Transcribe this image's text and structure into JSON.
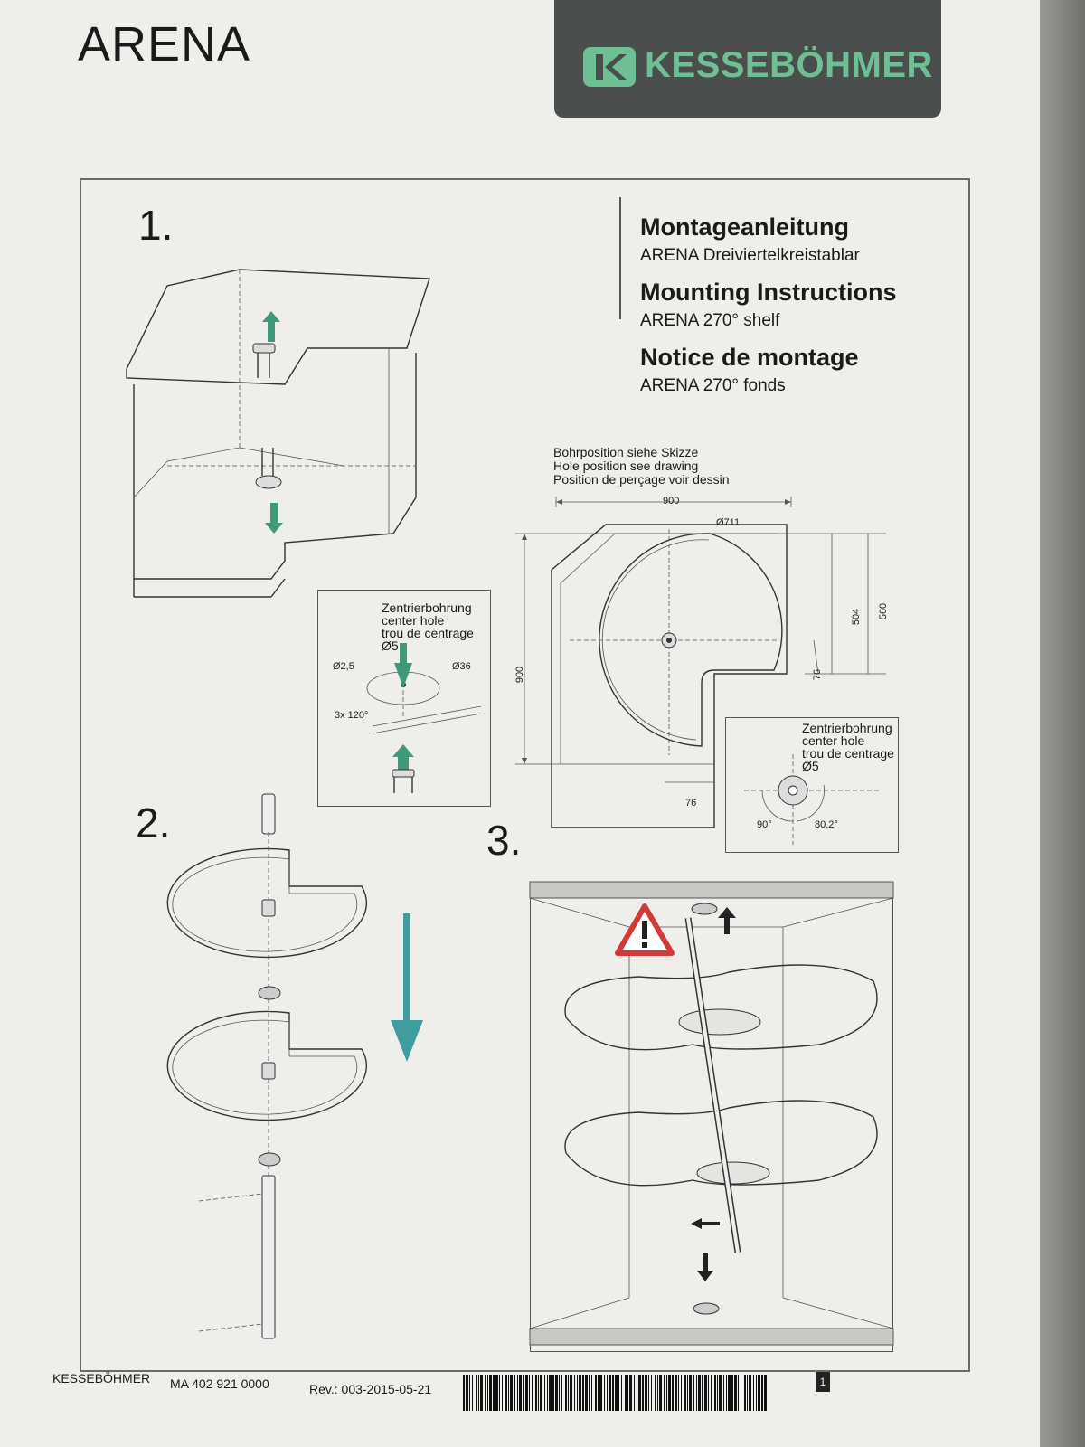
{
  "doc": {
    "title": "ARENA"
  },
  "brand": {
    "name": "KESSEBÖHMER",
    "colors": {
      "accent": "#6fbf95",
      "panel": "#4a4e4d"
    }
  },
  "steps": {
    "one": "1.",
    "two": "2.",
    "three": "3."
  },
  "headings": [
    {
      "title": "Montageanleitung",
      "subtitle": "ARENA Dreiviertelkreistablar"
    },
    {
      "title": "Mounting Instructions",
      "subtitle": "ARENA 270° shelf"
    },
    {
      "title": "Notice de montage",
      "subtitle": "ARENA 270° fonds"
    }
  ],
  "drill_note": {
    "de": "Bohrposition siehe Skizze",
    "en": "Hole position see drawing",
    "fr": "Position de perçage voir dessin"
  },
  "dimensions": {
    "width": "900",
    "depth": "900",
    "diameter": "Ø711",
    "d504": "504",
    "d560": "560",
    "d76_side": "76",
    "d76_bottom": "76"
  },
  "center_hole_1": {
    "de": "Zentrierbohrung",
    "en": "center hole",
    "fr": "trou de centrage",
    "dia": "Ø5",
    "small": "Ø2,5",
    "large": "Ø36",
    "angle": "3x 120°"
  },
  "center_hole_2": {
    "de": "Zentrierbohrung",
    "en": "center hole",
    "fr": "trou de centrage",
    "dia": "Ø5",
    "a1": "90°",
    "a2": "80,2°"
  },
  "footer": {
    "company": "KESSEBÖHMER",
    "code": "MA 402 921 0000",
    "rev": "Rev.: 003-2015-05-21",
    "page": "1"
  },
  "icons": [
    "brand-logo-icon",
    "up-arrow-icon",
    "down-arrow-icon",
    "warning-icon",
    "barcode-icon"
  ]
}
